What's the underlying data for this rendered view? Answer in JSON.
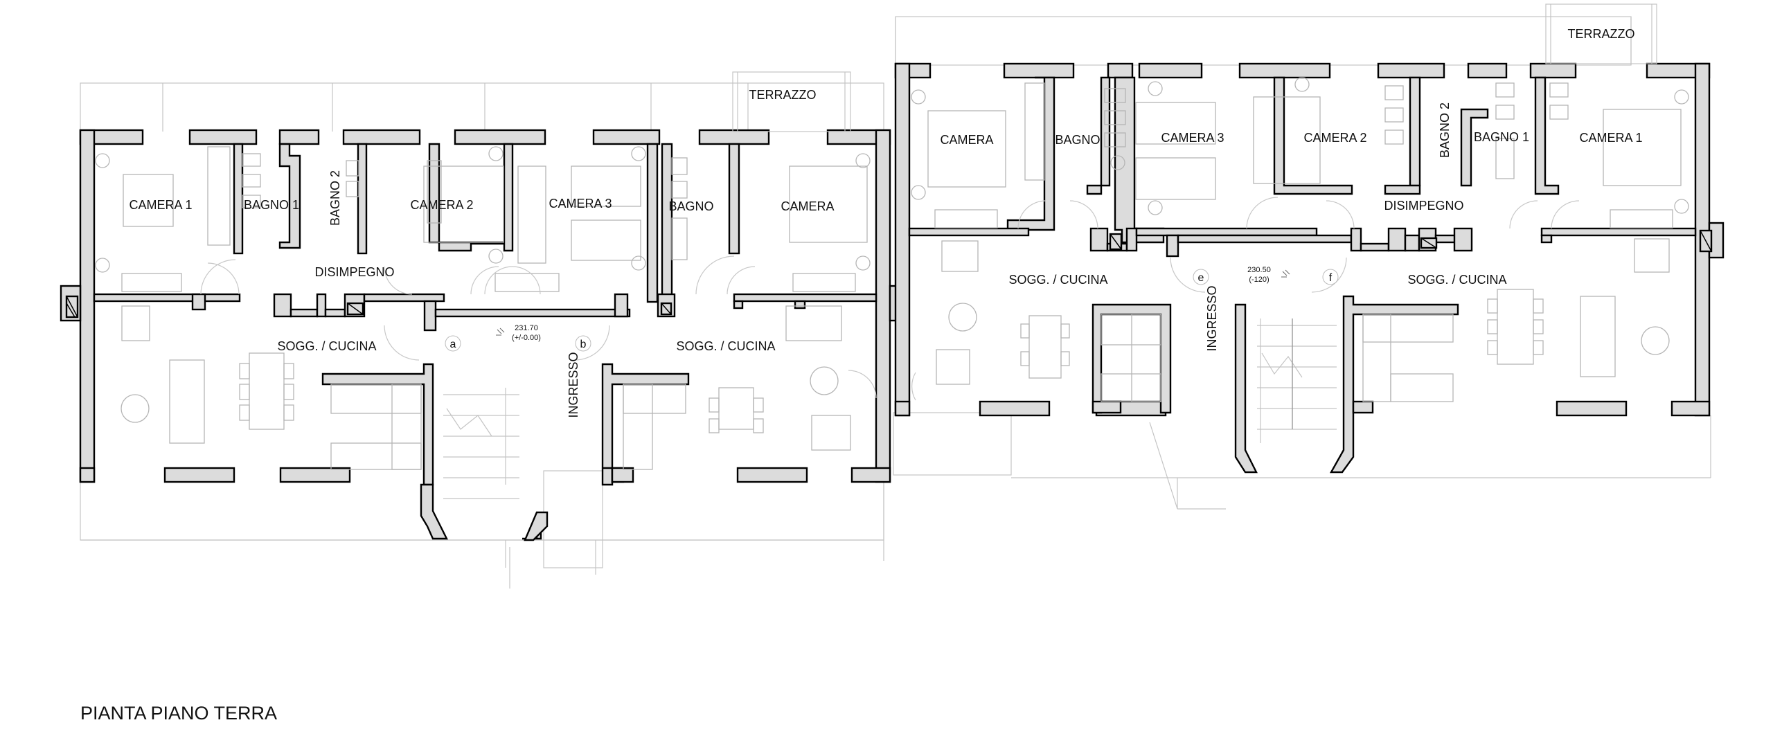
{
  "caption": "PIANTA PIANO TERRA",
  "left_unit": {
    "rooms": {
      "camera1": "CAMERA  1",
      "bagno1": "BAGNO  1",
      "bagno2": "BAGNO 2",
      "camera2": "CAMERA  2",
      "camera3": "CAMERA  3",
      "bagno": "BAGNO",
      "camera": "CAMERA",
      "disimpegno": "DISIMPEGNO",
      "sogg_left": "SOGG. / CUCINA",
      "sogg_right": "SOGG. / CUCINA",
      "terrazzo": "TERRAZZO",
      "ingresso": "INGRESSO"
    },
    "level": "231.70",
    "level_note": "(+/-0.00)",
    "markers": [
      "a",
      "b"
    ]
  },
  "right_unit": {
    "rooms": {
      "camera": "CAMERA",
      "bagno": "BAGNO",
      "camera3": "CAMERA  3",
      "camera2": "CAMERA  2",
      "bagno2": "BAGNO 2",
      "bagno1": "BAGNO  1",
      "camera1": "CAMERA  1",
      "disimpegno": "DISIMPEGNO",
      "sogg_left": "SOGG. / CUCINA",
      "sogg_right": "SOGG. / CUCINA",
      "terrazzo": "TERRAZZO",
      "ingresso": "INGRESSO"
    },
    "level": "230.50",
    "level_note": "(-120)",
    "markers": [
      "e",
      "f"
    ]
  }
}
